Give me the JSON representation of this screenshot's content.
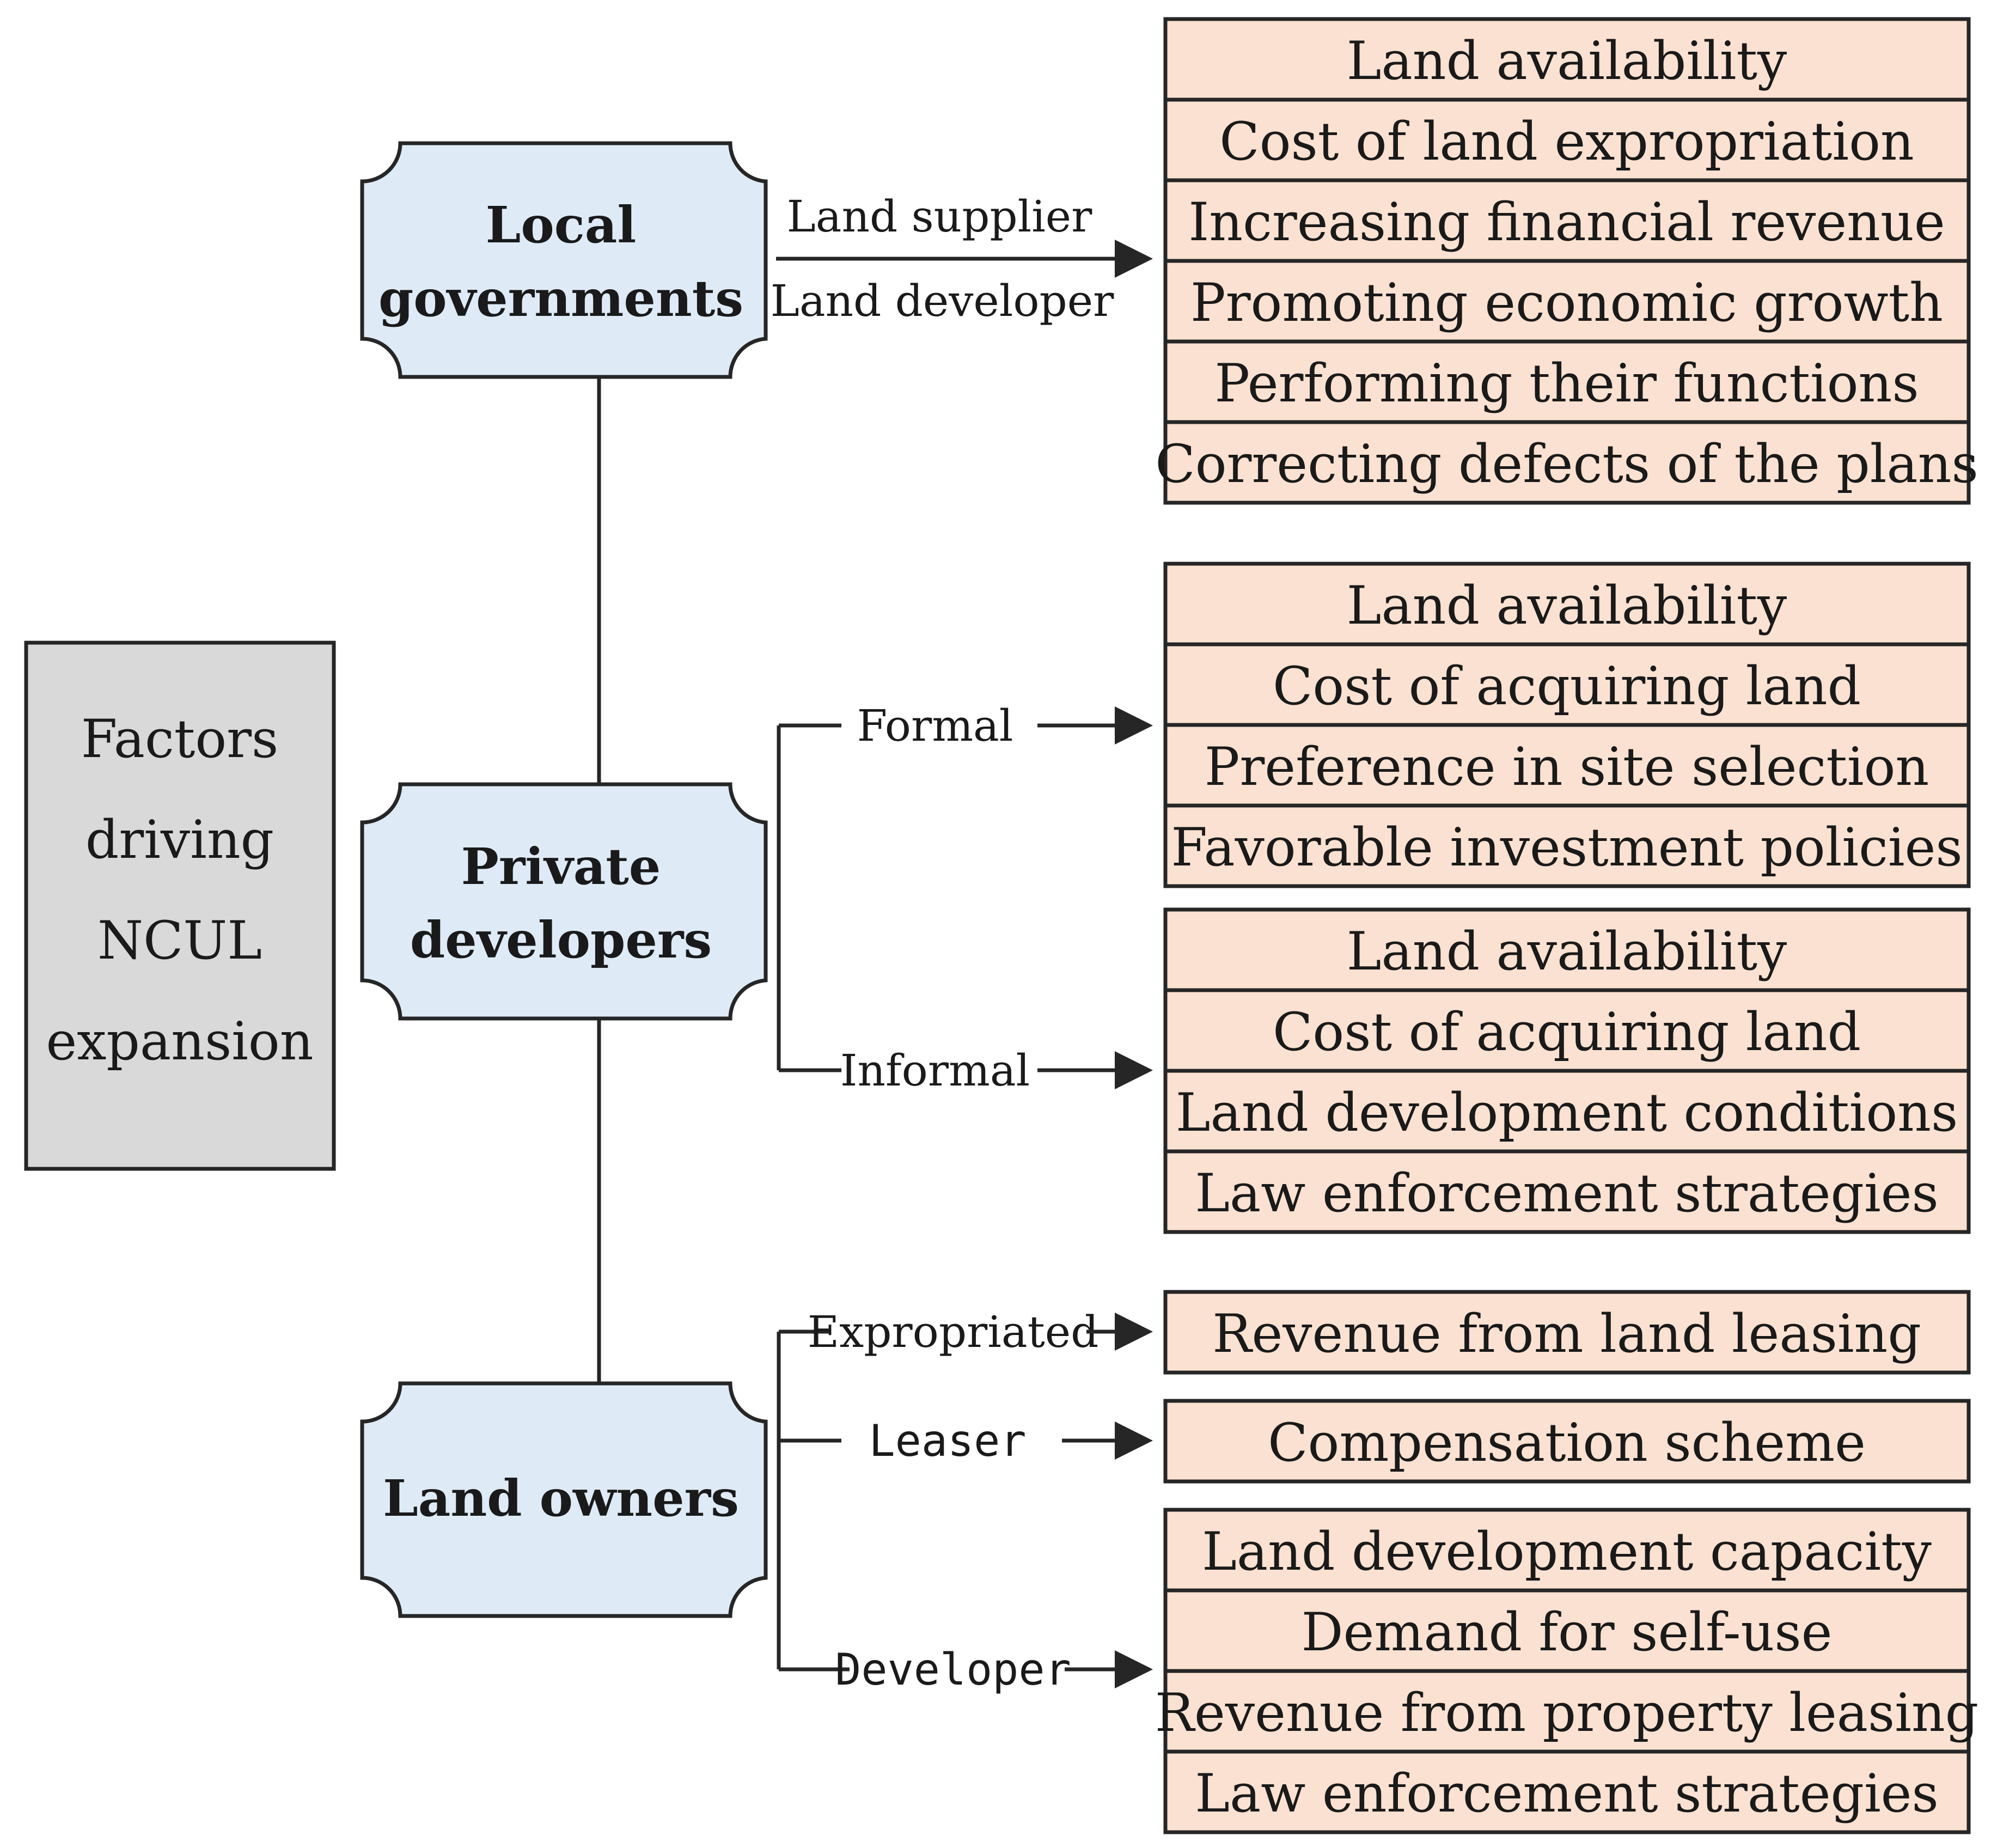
{
  "root": {
    "lines": [
      "Factors",
      "driving",
      "NCUL",
      "expansion"
    ],
    "fill": "#d9d9d9"
  },
  "colors": {
    "actor_fill": "#deebf7",
    "factor_fill": "#fbe1d1",
    "stroke": "#262626"
  },
  "actors": [
    {
      "id": "local-governments",
      "lines": [
        "Local",
        "governments"
      ],
      "roles": [
        "Land supplier",
        "Land developer"
      ],
      "groups": [
        {
          "items": [
            "Land availability",
            "Cost of land expropriation",
            "Increasing financial revenue",
            "Promoting economic growth",
            "Performing their functions",
            "Correcting defects of the plans"
          ]
        }
      ]
    },
    {
      "id": "private-developers",
      "lines": [
        "Private",
        "developers"
      ],
      "groups": [
        {
          "label": "Formal",
          "items": [
            "Land availability",
            "Cost of acquiring land",
            "Preference in site selection",
            "Favorable investment policies"
          ]
        },
        {
          "label": "Informal",
          "items": [
            "Land availability",
            "Cost of acquiring land",
            "Land development conditions",
            "Law enforcement strategies"
          ]
        }
      ]
    },
    {
      "id": "land-owners",
      "lines": [
        "Land owners"
      ],
      "groups": [
        {
          "label": "Expropriated",
          "items": [
            "Compensation scheme"
          ]
        },
        {
          "label": "Leaser",
          "items": [
            "Revenue from land leasing"
          ]
        },
        {
          "label": "Developer",
          "items": [
            "Land development capacity",
            "Demand for self-use",
            "Revenue from property leasing",
            "Law enforcement strategies"
          ]
        }
      ]
    }
  ]
}
